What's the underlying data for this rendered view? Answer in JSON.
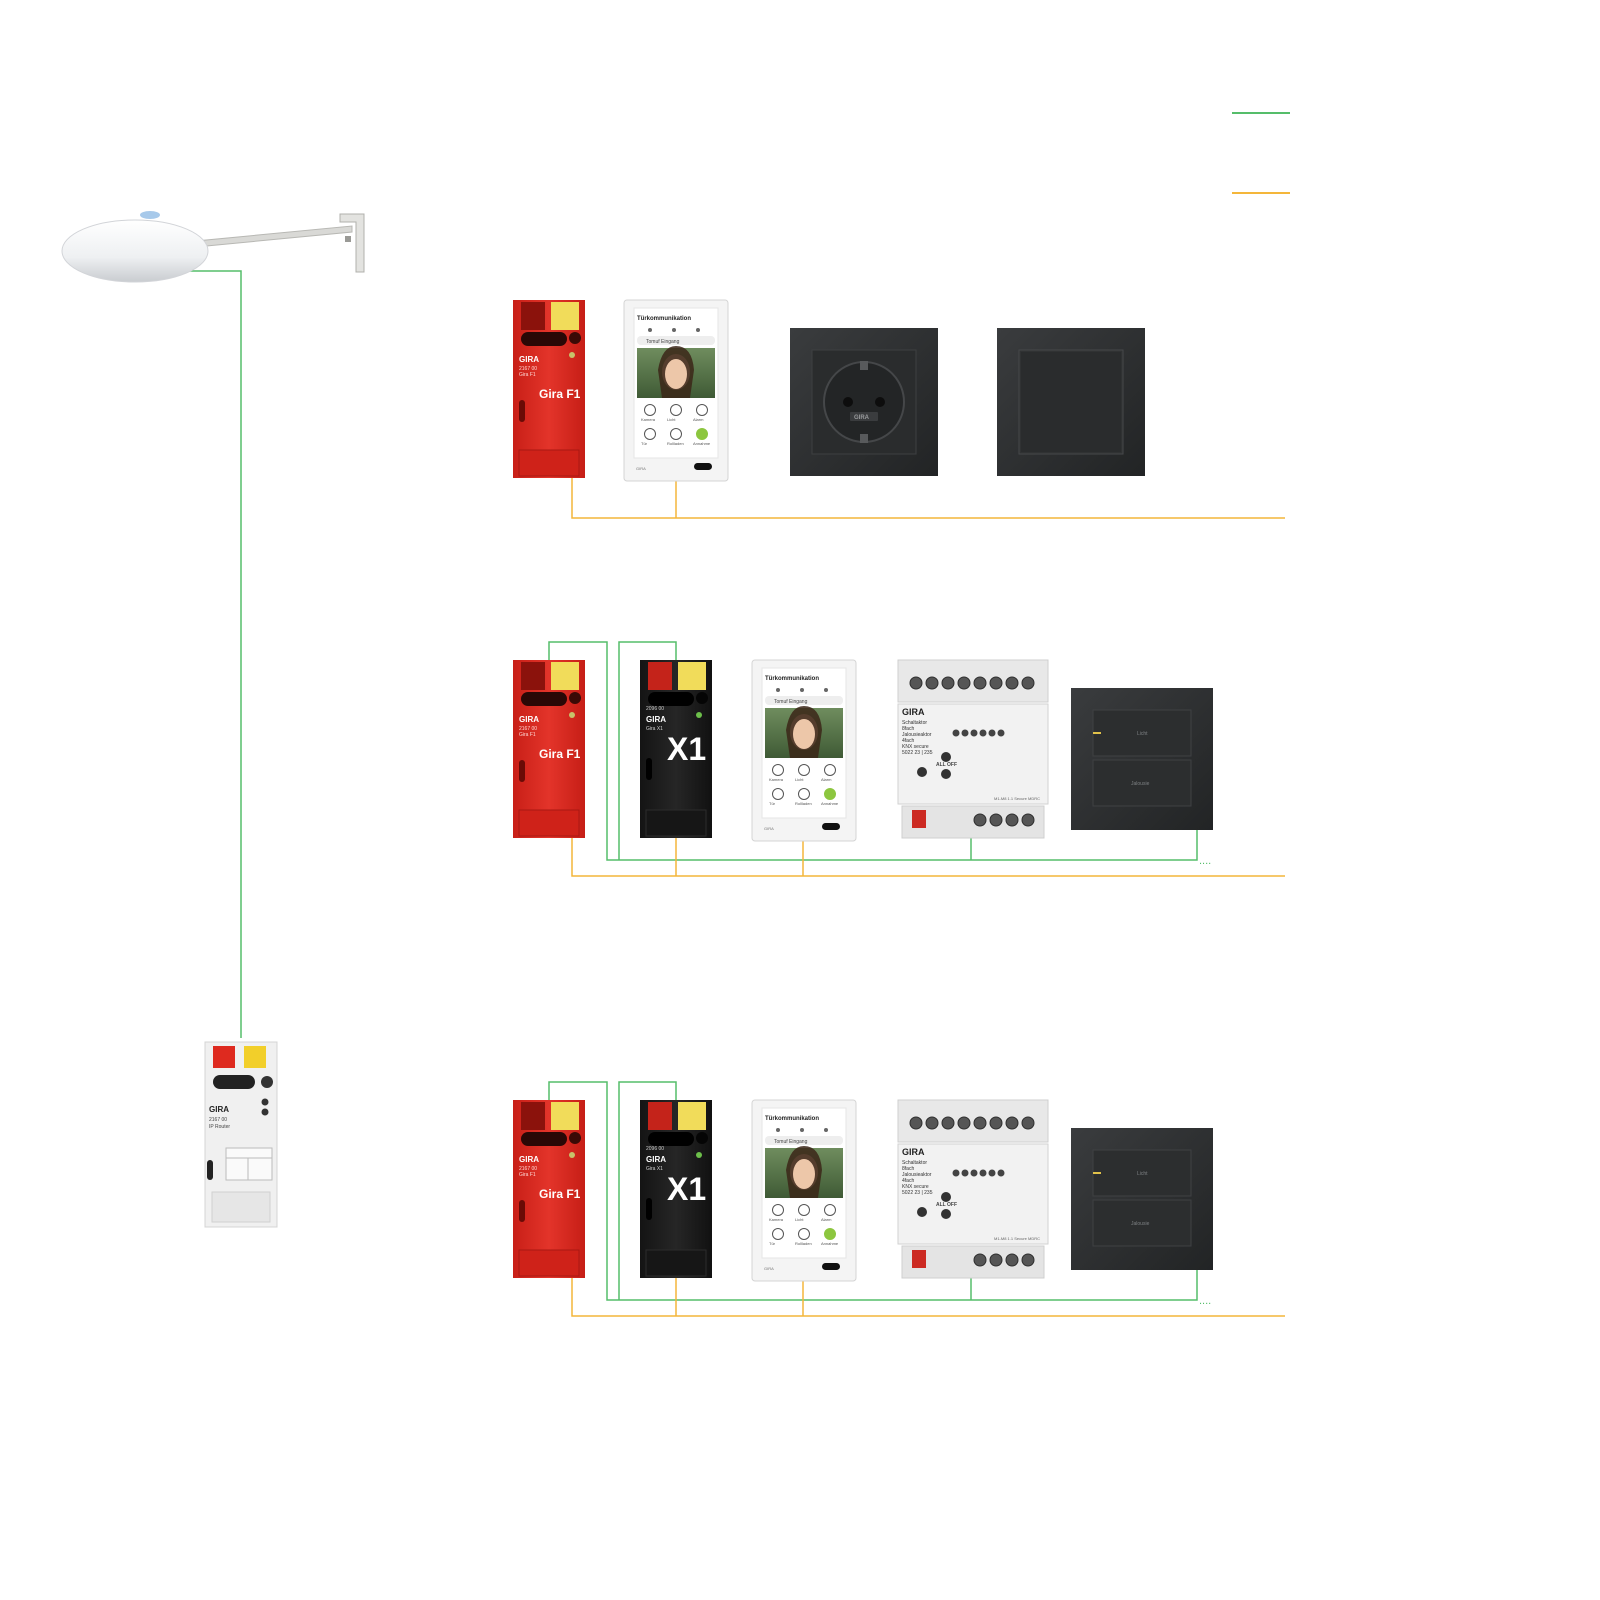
{
  "colors": {
    "bus_green": "#55bd6a",
    "power_yellow": "#f4b63a",
    "gira_red": "#de2a1f",
    "module_black": "#1b1b1b",
    "anthracite": "#2d2f30",
    "device_white": "#f4f4f4"
  },
  "legend": {
    "line1": "",
    "line2": ""
  },
  "devices": {
    "weather_station": {
      "icon": "weather-station-icon"
    },
    "ip_router": {
      "brand": "GIRA",
      "article": "2167 00",
      "model": "IP Router"
    },
    "f1_server": {
      "brand": "GIRA",
      "title": "Gira F1",
      "article": "2167 00",
      "model": "Gira F1"
    },
    "x1_server": {
      "brand": "GIRA",
      "title": "X1",
      "article": "2096 00",
      "model": "Gira X1"
    },
    "touch_panel": {
      "title": "Türkommunikation",
      "notification": "Tomuf Eingang",
      "brand": "GIRA",
      "tiles": [
        "Kamera",
        "Licht",
        "Alarm",
        "Tür",
        "Rollladen",
        "Annahme"
      ]
    },
    "socket": {
      "icon": "schuko-socket-icon",
      "brand": "GIRA"
    },
    "rocker_switch": {
      "icon": "rocker-switch-icon"
    },
    "actuator": {
      "brand": "GIRA",
      "label_lines": [
        "Schaltaktor",
        "8fach",
        "Jalousieaktor",
        "4fach",
        "KNX secure",
        "5022 23 | 235"
      ],
      "all_off": "ALL OFF",
      "footer": "M1-M8 1.1 Secure MDRC"
    },
    "keypad": {
      "icon": "keypad-sensor-icon",
      "key_labels": [
        "Licht",
        "Jalousie"
      ]
    }
  },
  "bus_continuation": "....",
  "tiers": [
    {
      "id": "tier-1",
      "devices": [
        "f1-server",
        "touch-panel",
        "socket",
        "rocker-switch"
      ]
    },
    {
      "id": "tier-2",
      "devices": [
        "f1-server",
        "x1-server",
        "touch-panel",
        "switching-actuator",
        "keypad-sensor"
      ]
    },
    {
      "id": "tier-3",
      "devices": [
        "f1-server",
        "x1-server",
        "touch-panel",
        "switching-actuator",
        "keypad-sensor"
      ]
    }
  ]
}
